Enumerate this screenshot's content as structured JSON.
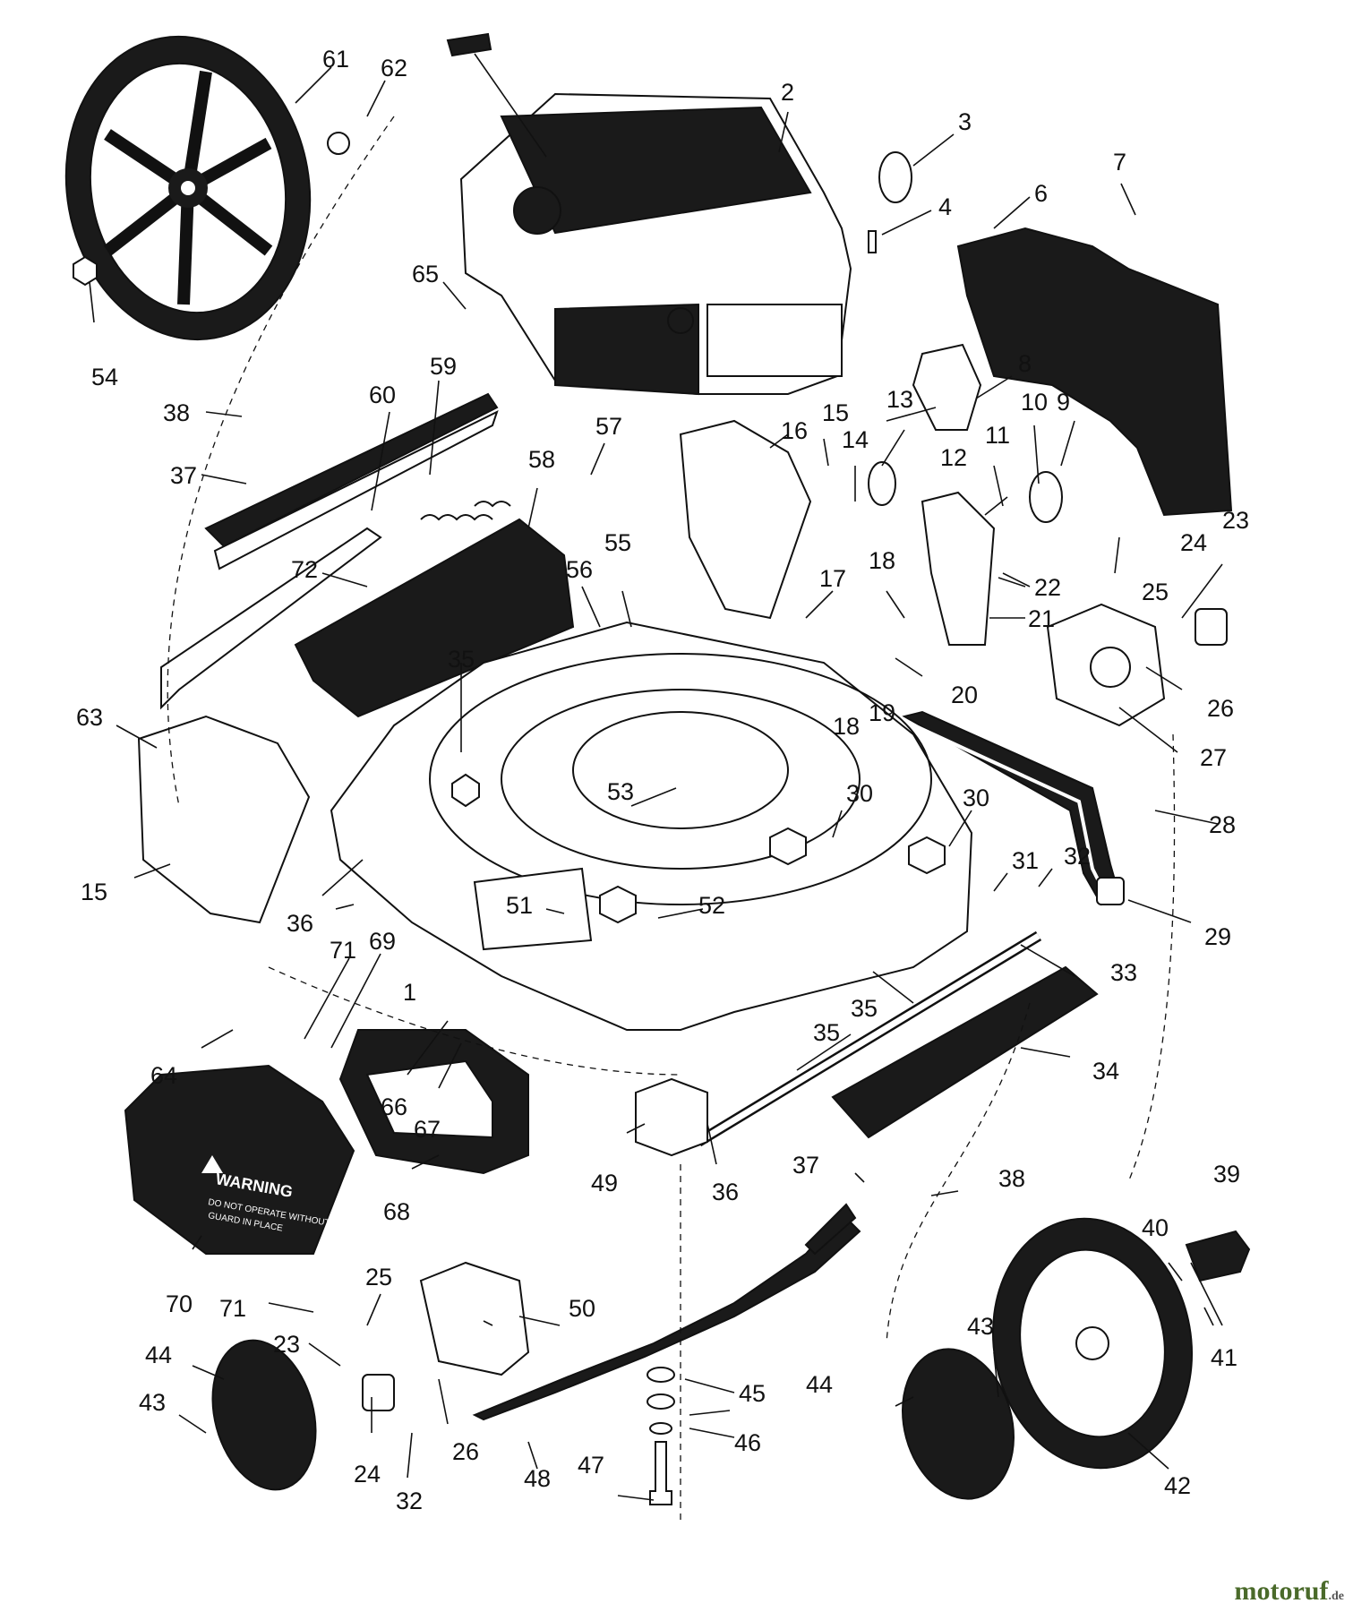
{
  "callouts": [
    {
      "id": "1",
      "label": "1"
    },
    {
      "id": "2",
      "label": "2"
    },
    {
      "id": "3",
      "label": "3"
    },
    {
      "id": "4",
      "label": "4"
    },
    {
      "id": "6",
      "label": "6"
    },
    {
      "id": "7",
      "label": "7"
    },
    {
      "id": "8",
      "label": "8"
    },
    {
      "id": "9",
      "label": "9"
    },
    {
      "id": "10",
      "label": "10"
    },
    {
      "id": "11",
      "label": "11"
    },
    {
      "id": "12",
      "label": "12"
    },
    {
      "id": "13",
      "label": "13"
    },
    {
      "id": "14",
      "label": "14"
    },
    {
      "id": "15a",
      "label": "15"
    },
    {
      "id": "15b",
      "label": "15"
    },
    {
      "id": "16",
      "label": "16"
    },
    {
      "id": "17",
      "label": "17"
    },
    {
      "id": "18a",
      "label": "18"
    },
    {
      "id": "18b",
      "label": "18"
    },
    {
      "id": "19",
      "label": "19"
    },
    {
      "id": "20",
      "label": "20"
    },
    {
      "id": "21",
      "label": "21"
    },
    {
      "id": "22",
      "label": "22"
    },
    {
      "id": "23a",
      "label": "23"
    },
    {
      "id": "23b",
      "label": "23"
    },
    {
      "id": "24a",
      "label": "24"
    },
    {
      "id": "24b",
      "label": "24"
    },
    {
      "id": "25a",
      "label": "25"
    },
    {
      "id": "25b",
      "label": "25"
    },
    {
      "id": "26a",
      "label": "26"
    },
    {
      "id": "26b",
      "label": "26"
    },
    {
      "id": "27",
      "label": "27"
    },
    {
      "id": "28",
      "label": "28"
    },
    {
      "id": "29",
      "label": "29"
    },
    {
      "id": "30a",
      "label": "30"
    },
    {
      "id": "30b",
      "label": "30"
    },
    {
      "id": "31",
      "label": "31"
    },
    {
      "id": "32a",
      "label": "32"
    },
    {
      "id": "32b",
      "label": "32"
    },
    {
      "id": "33",
      "label": "33"
    },
    {
      "id": "34",
      "label": "34"
    },
    {
      "id": "35a",
      "label": "35"
    },
    {
      "id": "35b",
      "label": "35"
    },
    {
      "id": "35c",
      "label": "35"
    },
    {
      "id": "36a",
      "label": "36"
    },
    {
      "id": "36b",
      "label": "36"
    },
    {
      "id": "37a",
      "label": "37"
    },
    {
      "id": "37b",
      "label": "37"
    },
    {
      "id": "38a",
      "label": "38"
    },
    {
      "id": "38b",
      "label": "38"
    },
    {
      "id": "39",
      "label": "39"
    },
    {
      "id": "40",
      "label": "40"
    },
    {
      "id": "41",
      "label": "41"
    },
    {
      "id": "42",
      "label": "42"
    },
    {
      "id": "43a",
      "label": "43"
    },
    {
      "id": "43b",
      "label": "43"
    },
    {
      "id": "44a",
      "label": "44"
    },
    {
      "id": "44b",
      "label": "44"
    },
    {
      "id": "45",
      "label": "45"
    },
    {
      "id": "46",
      "label": "46"
    },
    {
      "id": "47",
      "label": "47"
    },
    {
      "id": "48",
      "label": "48"
    },
    {
      "id": "49",
      "label": "49"
    },
    {
      "id": "50",
      "label": "50"
    },
    {
      "id": "51",
      "label": "51"
    },
    {
      "id": "52",
      "label": "52"
    },
    {
      "id": "53",
      "label": "53"
    },
    {
      "id": "54",
      "label": "54"
    },
    {
      "id": "55",
      "label": "55"
    },
    {
      "id": "56",
      "label": "56"
    },
    {
      "id": "57",
      "label": "57"
    },
    {
      "id": "58",
      "label": "58"
    },
    {
      "id": "59",
      "label": "59"
    },
    {
      "id": "60",
      "label": "60"
    },
    {
      "id": "61",
      "label": "61"
    },
    {
      "id": "62",
      "label": "62"
    },
    {
      "id": "63",
      "label": "63"
    },
    {
      "id": "64",
      "label": "64"
    },
    {
      "id": "65",
      "label": "65"
    },
    {
      "id": "66",
      "label": "66"
    },
    {
      "id": "67",
      "label": "67"
    },
    {
      "id": "68",
      "label": "68"
    },
    {
      "id": "69",
      "label": "69"
    },
    {
      "id": "70",
      "label": "70"
    },
    {
      "id": "71a",
      "label": "71"
    },
    {
      "id": "71b",
      "label": "71"
    },
    {
      "id": "72",
      "label": "72"
    }
  ],
  "warning_label": {
    "title": "WARNING",
    "line1": "DO NOT OPERATE WITHOUT",
    "line2": "GUARD IN PLACE"
  },
  "watermark": {
    "brand": "motoruf",
    "suffix": ".de"
  },
  "colors": {
    "ink": "#111111",
    "paper": "#ffffff",
    "part_fill": "#1a1a1a",
    "watermark": "#4a6a2a"
  }
}
